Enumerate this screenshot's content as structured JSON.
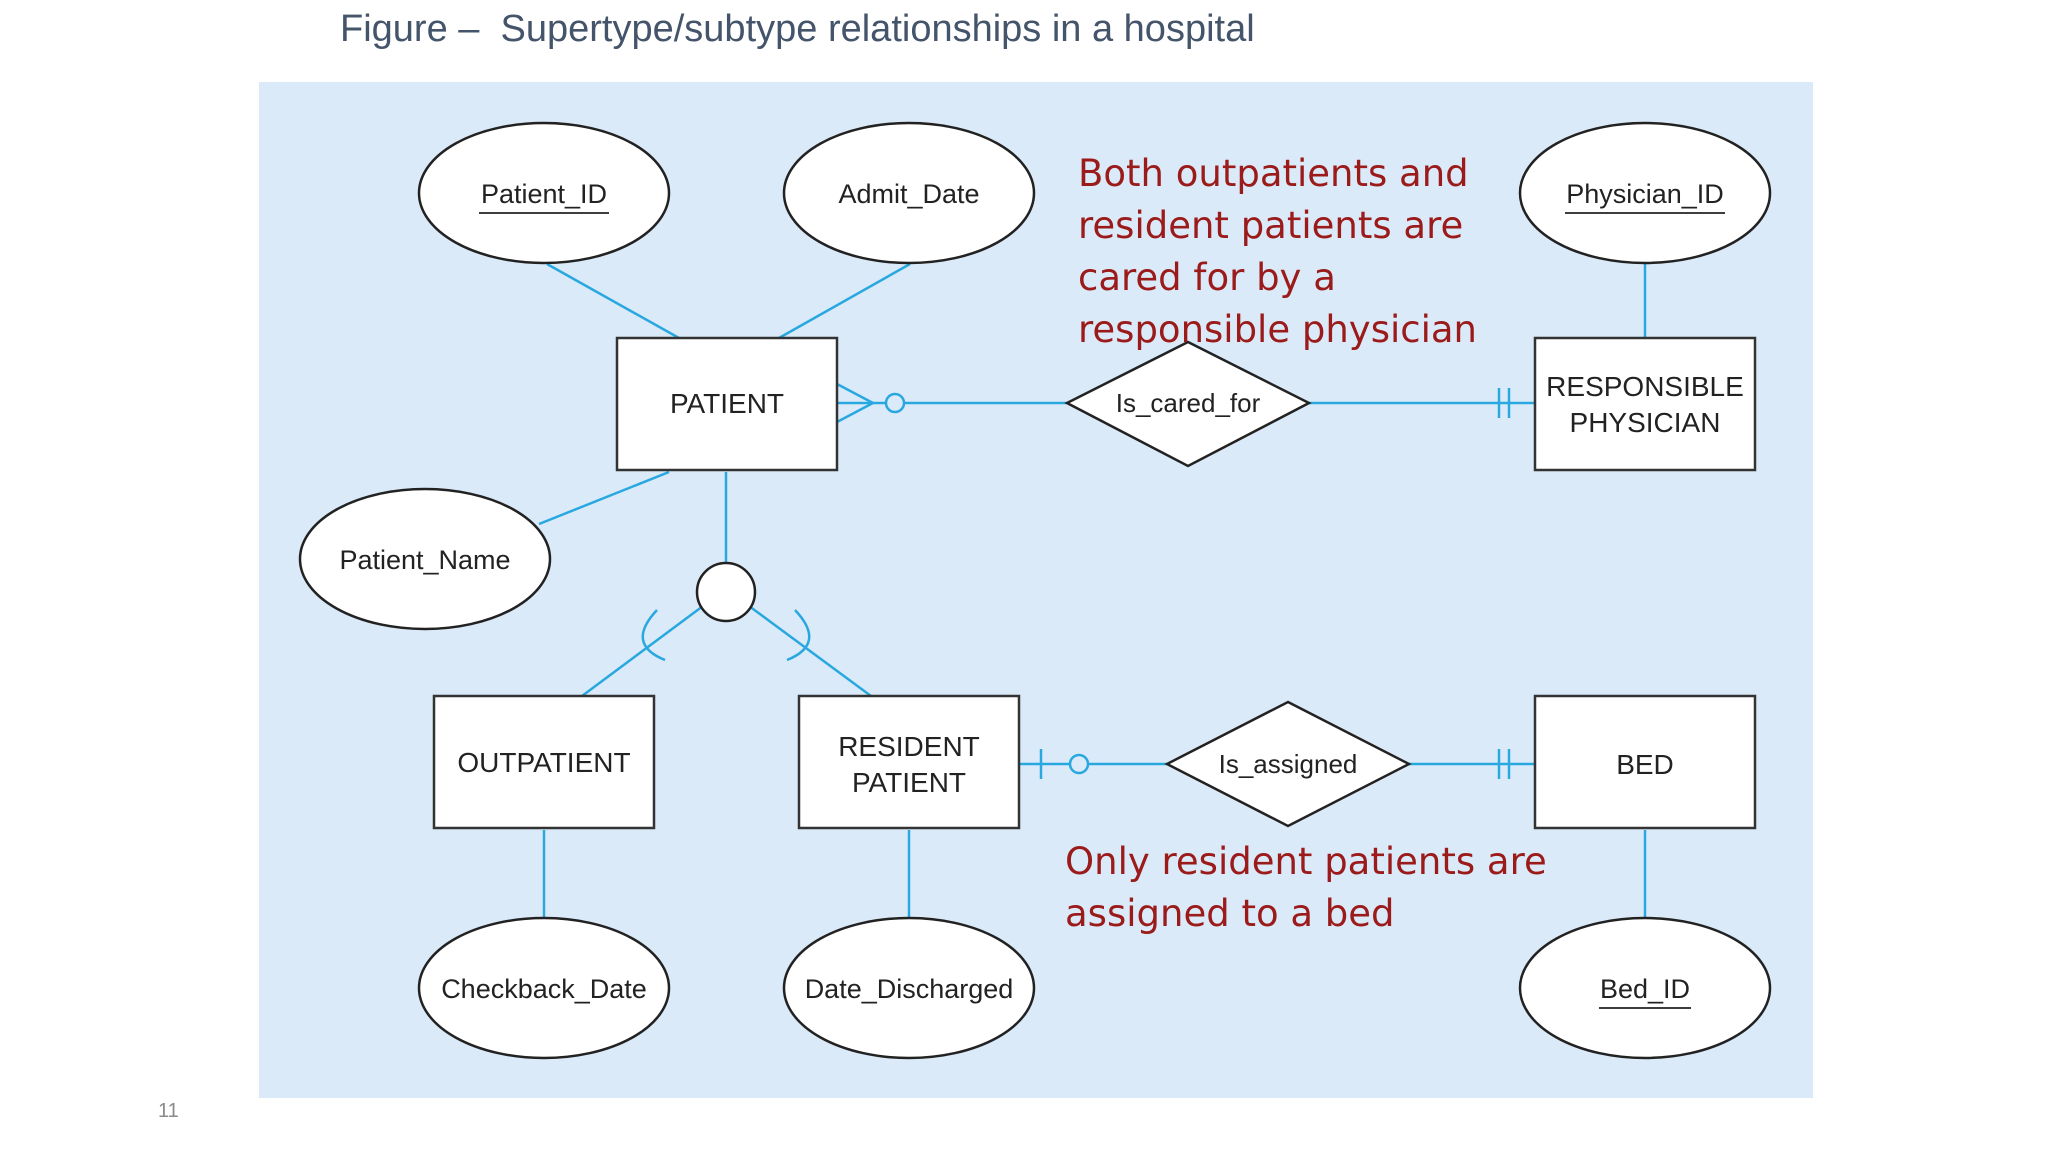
{
  "slide": {
    "title": "Figure –  Supertype/subtype relationships in a hospital",
    "page_number": "11"
  },
  "entities": {
    "patient": "PATIENT",
    "responsible_physician_line1": "RESPONSIBLE",
    "responsible_physician_line2": "PHYSICIAN",
    "outpatient": "OUTPATIENT",
    "resident_patient_line1": "RESIDENT",
    "resident_patient_line2": "PATIENT",
    "bed": "BED"
  },
  "attributes": {
    "patient_id": "Patient_ID",
    "admit_date": "Admit_Date",
    "patient_name": "Patient_Name",
    "physician_id": "Physician_ID",
    "checkback_date": "Checkback_Date",
    "date_discharged": "Date_Discharged",
    "bed_id": "Bed_ID"
  },
  "relationships": {
    "is_cared_for": "Is_cared_for",
    "is_assigned": "Is_assigned"
  },
  "annotations": {
    "physician_note": [
      "Both outpatients and",
      "resident patients are",
      "cared for by a",
      "responsible physician"
    ],
    "bed_note": [
      "Only resident patients are",
      "assigned to a bed"
    ]
  },
  "colors": {
    "panel_background": "#dbeaf8",
    "connector_lines": "#29a8e0",
    "annotation_text": "#9b1b1b",
    "title_text": "#44546a"
  }
}
